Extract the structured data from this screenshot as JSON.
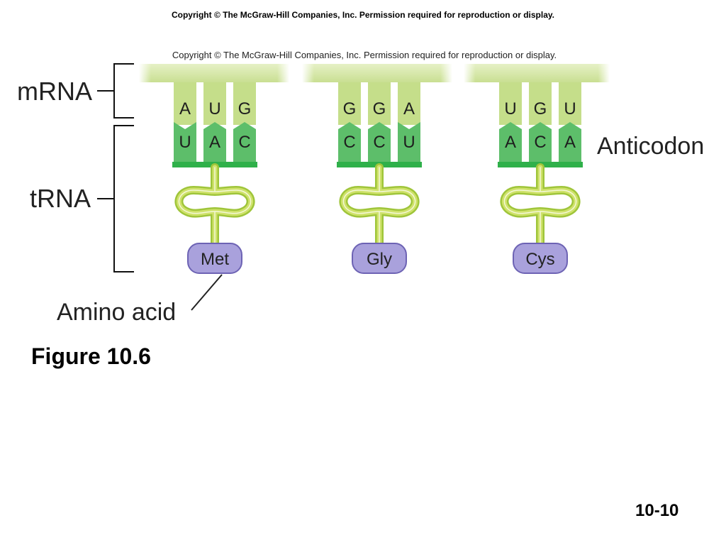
{
  "slide": {
    "copyright": "Copyright  © The McGraw-Hill Companies, Inc.  Permission required for reproduction or display.",
    "figure_caption": "Figure 10.6",
    "slide_number": "10-10"
  },
  "diagram": {
    "inner_copyright": "Copyright © The McGraw-Hill Companies, Inc. Permission required for reproduction or display.",
    "labels": {
      "mrna": "mRNA",
      "trna": "tRNA",
      "anticodon": "Anticodon",
      "amino_acid": "Amino acid"
    },
    "trnas": [
      {
        "codon": [
          "A",
          "U",
          "G"
        ],
        "anticodon": [
          "U",
          "A",
          "C"
        ],
        "amino_acid": "Met"
      },
      {
        "codon": [
          "G",
          "G",
          "A"
        ],
        "anticodon": [
          "C",
          "C",
          "U"
        ],
        "amino_acid": "Gly"
      },
      {
        "codon": [
          "U",
          "G",
          "U"
        ],
        "anticodon": [
          "A",
          "C",
          "A"
        ],
        "amino_acid": "Cys"
      }
    ],
    "colors": {
      "mrna_light": "#d6e8a6",
      "mrna_base": "#c5de8a",
      "trna_green": "#5dbe6a",
      "trna_dark": "#2fb04a",
      "stem_light": "#cfe26b",
      "amino_fill": "#a9a1dc",
      "amino_stroke": "#6d63b4",
      "bracket": "#111111"
    }
  }
}
